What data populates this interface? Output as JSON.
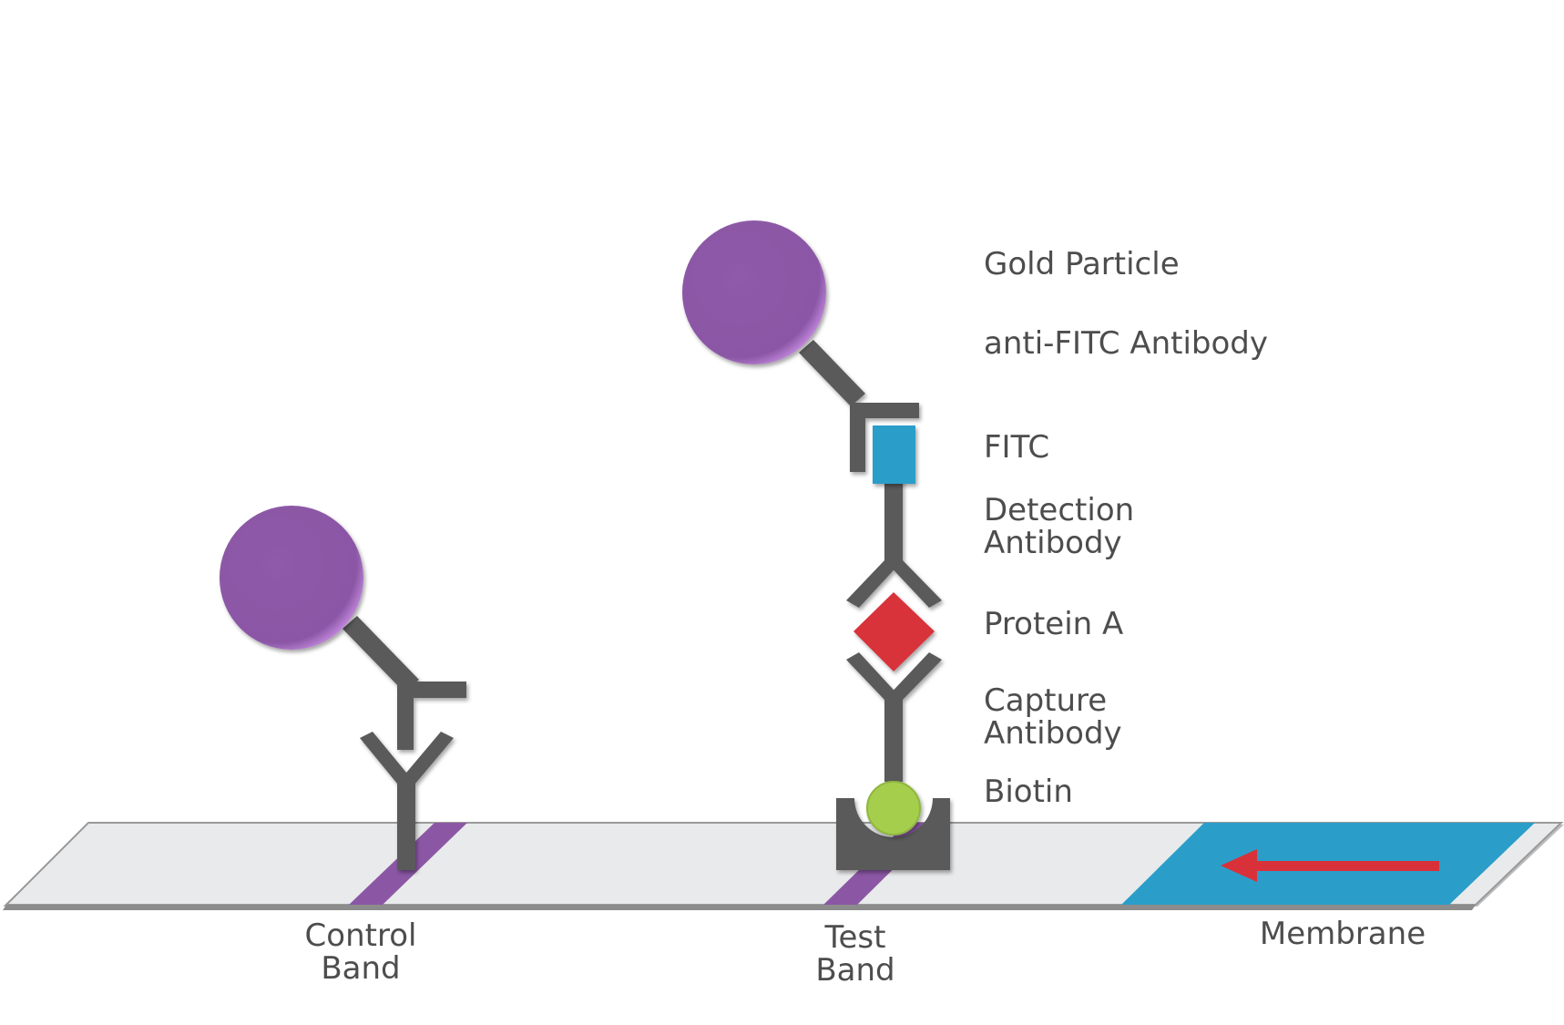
{
  "labels": {
    "gold_particle": "Gold Particle",
    "anti_fitc_antibody": "anti-FITC Antibody",
    "fitc": "FITC",
    "detection_antibody_line1": "Detection",
    "detection_antibody_line2": "Antibody",
    "protein_a": "Protein A",
    "capture_antibody_line1": "Capture",
    "capture_antibody_line2": "Antibody",
    "biotin": "Biotin",
    "control_band_line1": "Control",
    "control_band_line2": "Band",
    "test_band_line1": "Test",
    "test_band_line2": "Band",
    "membrane": "Membrane"
  },
  "colors": {
    "gold_particle": "#8b57a5",
    "gold_particle_rim": "#c58ae0",
    "antibody": "#5a5a5a",
    "fitc": "#2a9ec9",
    "protein_a": "#d8313a",
    "biotin": "#a6ce4e",
    "strip": "#e9eaeb",
    "band": "#8b57a5",
    "membrane_pad": "#2a9ec9",
    "flow_arrow": "#d8313a",
    "text": "#4d4d4d"
  }
}
